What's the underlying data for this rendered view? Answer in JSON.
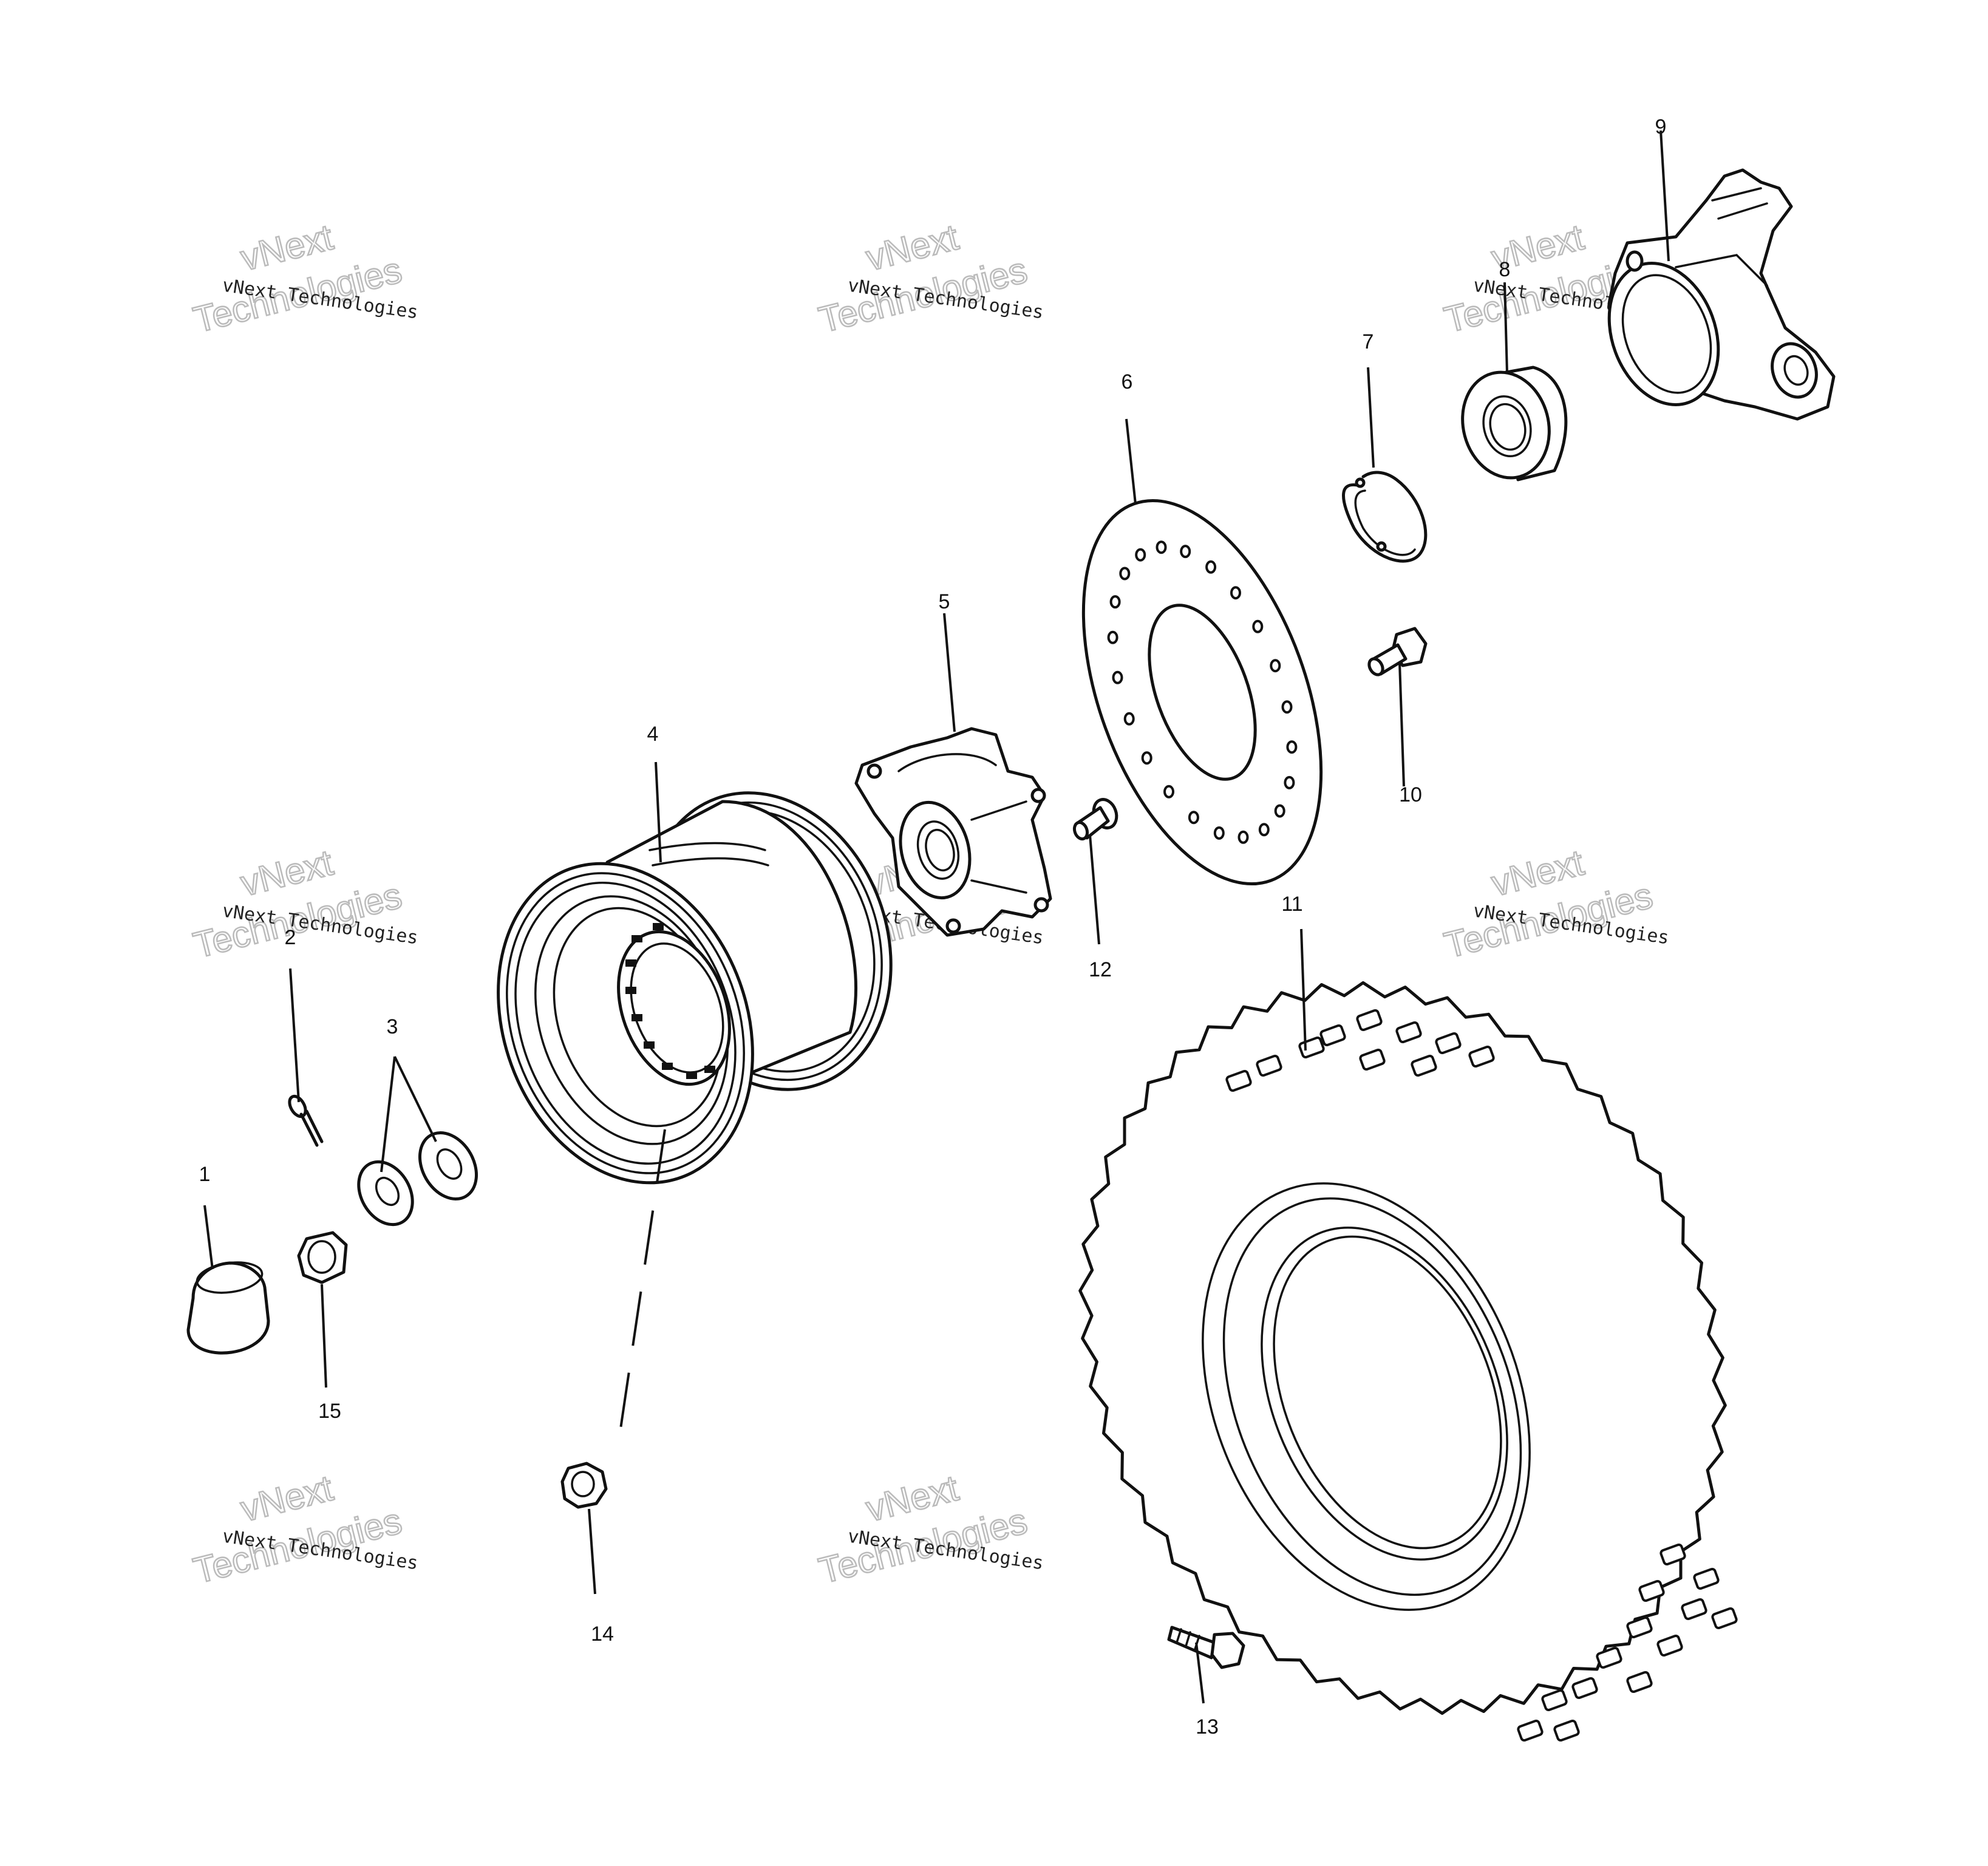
{
  "callouts": {
    "p1": "1",
    "p2": "2",
    "p3": "3",
    "p4": "4",
    "p5": "5",
    "p6": "6",
    "p7": "7",
    "p8": "8",
    "p9": "9",
    "p10": "10",
    "p11": "11",
    "p12": "12",
    "p13": "13",
    "p14": "14",
    "p15": "15"
  },
  "watermark": {
    "small": "vNext Technologies",
    "big_line1": "vNext",
    "big_line2": "Technologies"
  },
  "colors": {
    "line": "#111111",
    "background": "#ffffff",
    "watermark": "#bbbbbb"
  }
}
